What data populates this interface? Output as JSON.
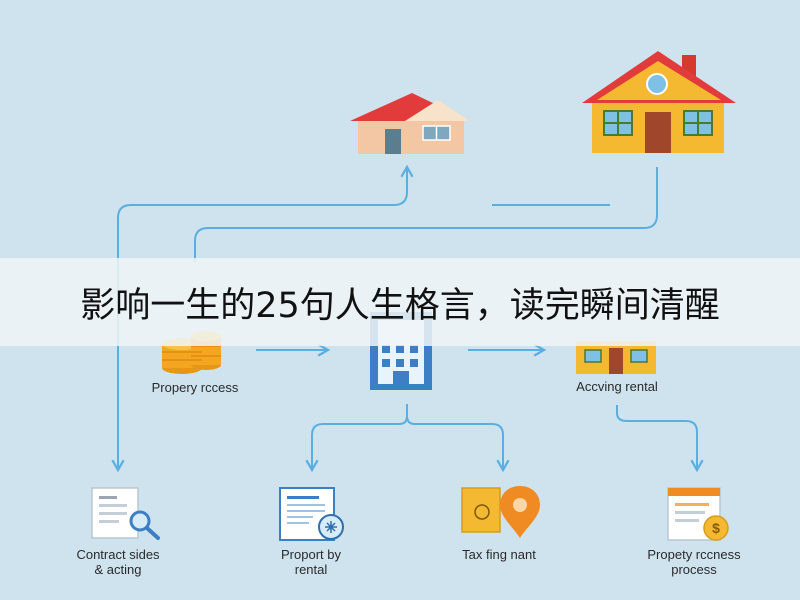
{
  "banner": {
    "title": "影响一生的25句人生格言，读完瞬间清醒"
  },
  "nodes": {
    "property_process": {
      "label": "Propery rccess"
    },
    "accepting_rental": {
      "label": "Accving rental"
    },
    "contract_sides": {
      "line1": "Contract sides",
      "line2": "& acting"
    },
    "property_rental": {
      "line1": "Proport by",
      "line2": "rental"
    },
    "tax_filing": {
      "label": "Tax fing nant"
    },
    "property_process_bottom": {
      "line1": "Propety rccness",
      "line2": "process"
    }
  },
  "colors": {
    "background": "#cfe3ef",
    "arrow": "#5aaee0",
    "roof_red": "#e23b3b",
    "house_yellow": "#f5b931",
    "coin_orange": "#f4a620",
    "building_blue": "#3c7fc4"
  }
}
